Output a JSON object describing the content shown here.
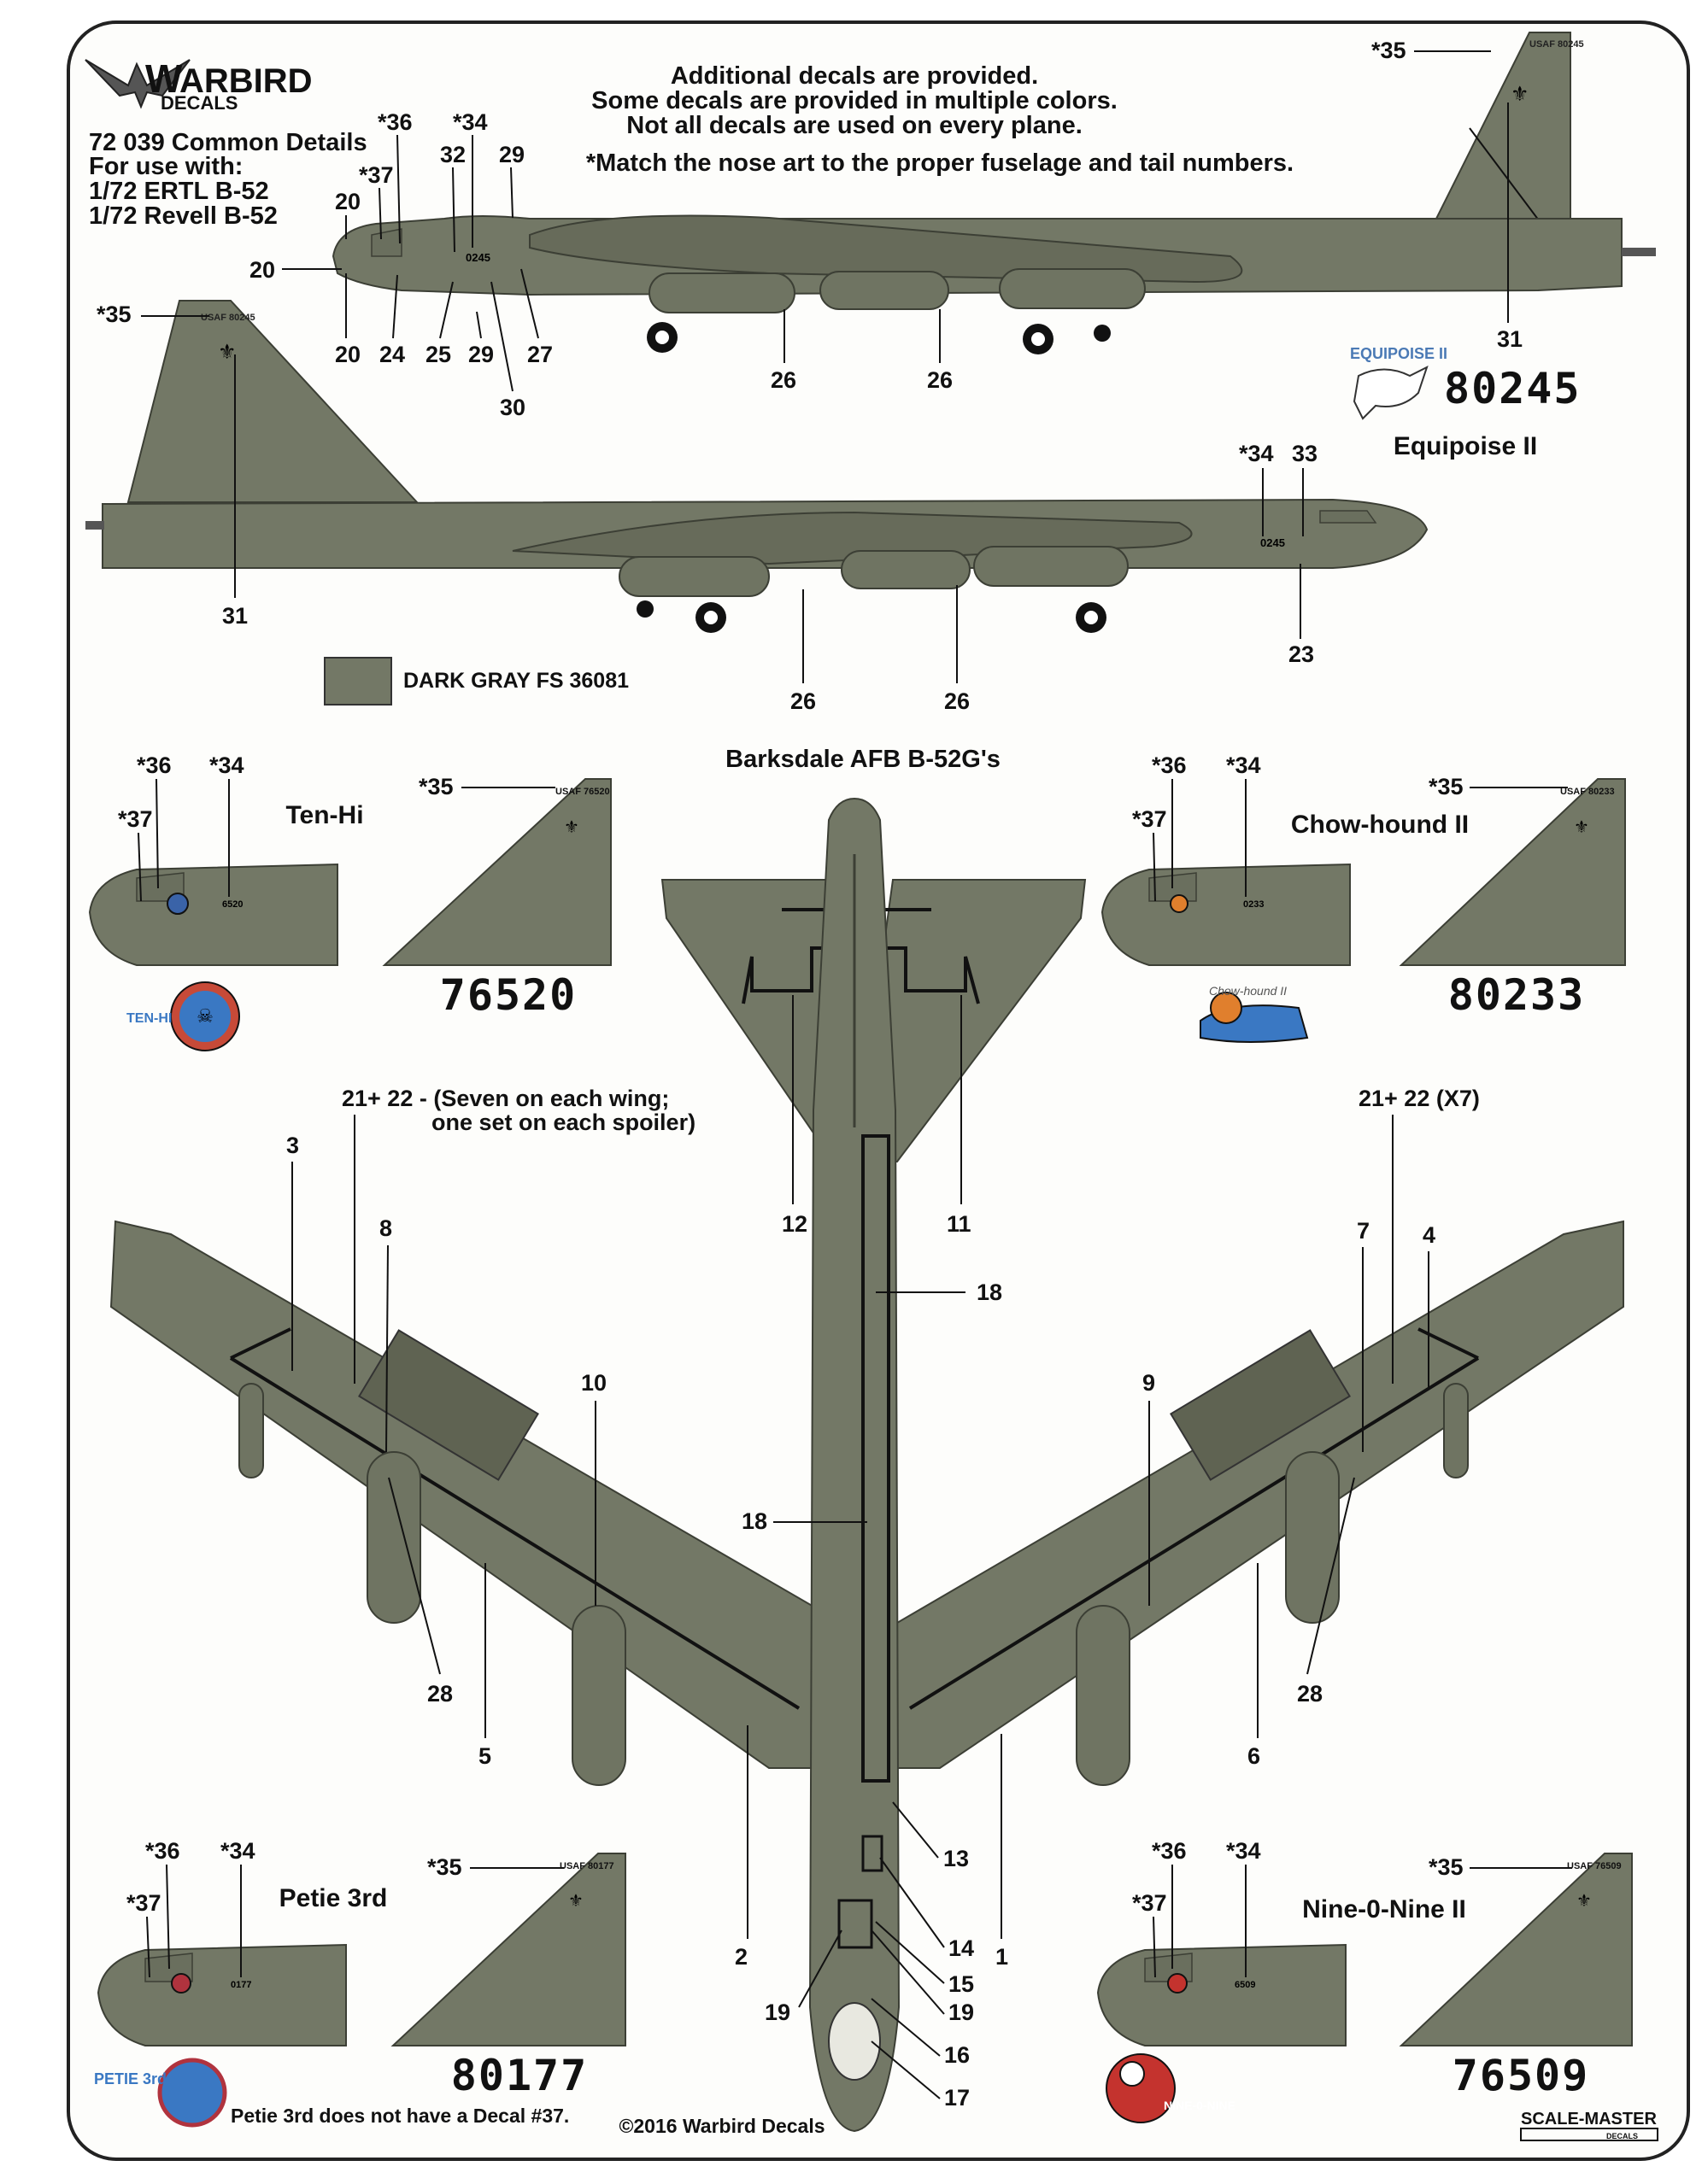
{
  "brand": {
    "logo_word": "ARBIRD",
    "logo_sub": "DECALS"
  },
  "header": {
    "sheet_title": "72 039 Common Details",
    "use_with": "For use with:",
    "kit1": "1/72 ERTL B-52",
    "kit2": "1/72 Revell B-52",
    "note1": "Additional decals are provided.",
    "note2": "Some decals are provided in multiple colors.",
    "note3": "Not all decals are used on every plane.",
    "note4": "*Match the nose art to the proper fuselage and tail numbers."
  },
  "color_key": {
    "label": "DARK GRAY FS 36081",
    "swatch": "#737866"
  },
  "colors": {
    "aircraft": "#737866",
    "outline": "#3c3f35",
    "ink": "#111111"
  },
  "center_title": "Barksdale AFB B-52G's",
  "aircraft": [
    {
      "name": "Equipoise II",
      "serial": "80245",
      "nose_art": "EQUIPOISE II",
      "fin_text": "USAF 80245",
      "fuse_text": "0245"
    },
    {
      "name": "Ten-Hi",
      "serial": "76520",
      "nose_art": "TEN-HI",
      "fin_text": "USAF 76520",
      "fuse_text": "6520"
    },
    {
      "name": "Chow-hound II",
      "serial": "80233",
      "nose_art": "Chow-hound II",
      "fin_text": "USAF 80233",
      "fuse_text": "0233"
    },
    {
      "name": "Petie 3rd",
      "serial": "80177",
      "nose_art": "PETIE 3rd",
      "fin_text": "USAF 80177",
      "fuse_text": "0177"
    },
    {
      "name": "Nine-0-Nine II",
      "serial": "76509",
      "nose_art": "NINE-0-NINE",
      "fin_text": "USAF 76509",
      "fuse_text": "6509"
    }
  ],
  "wing_notes": {
    "left": "21+ 22 - (Seven on each wing;",
    "left2": "one set on each spoiler)",
    "right": "21+ 22  (X7)"
  },
  "petie_note": "Petie 3rd does not have a Decal #37.",
  "copyright": "©2016 Warbird Decals",
  "maker": "SCALE-MASTER",
  "maker_sub": "DECALS",
  "callouts": {
    "c20": "20",
    "c24": "24",
    "c25": "25",
    "c29": "29",
    "c30": "30",
    "c27": "27",
    "c32": "32",
    "c34": "*34",
    "c36": "*36",
    "c37": "*37",
    "c35": "*35",
    "c31": "31",
    "c26": "26",
    "c33": "33",
    "c23": "23",
    "c1": "1",
    "c2": "2",
    "c3": "3",
    "c4": "4",
    "c5": "5",
    "c6": "6",
    "c7": "7",
    "c8": "8",
    "c9": "9",
    "c10": "10",
    "c11": "11",
    "c12": "12",
    "c13": "13",
    "c14": "14",
    "c15": "15",
    "c16": "16",
    "c17": "17",
    "c18": "18",
    "c19": "19",
    "c28": "28"
  }
}
